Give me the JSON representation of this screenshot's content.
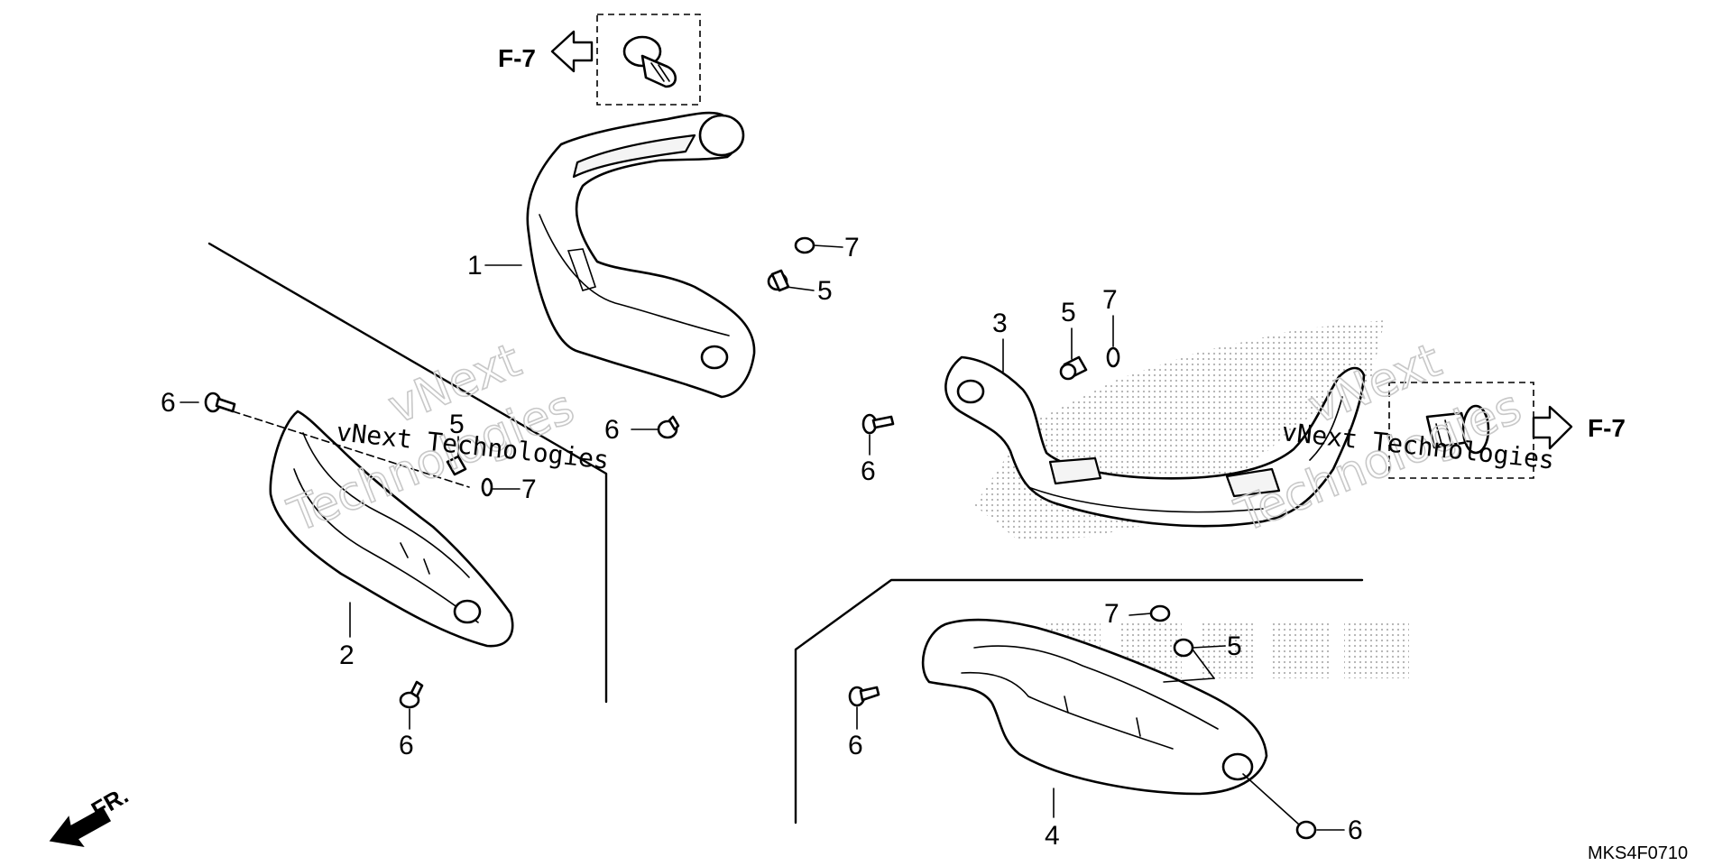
{
  "diagram": {
    "code": "MKS4F0710",
    "references": [
      "F-7",
      "F-7"
    ],
    "front_indicator": "FR.",
    "watermark": {
      "plain": [
        "vNext Technologies",
        "vNext Technologies"
      ],
      "outlined": [
        "vNext",
        "Technologies",
        "vNext",
        "Technologies"
      ]
    },
    "callouts": {
      "c1": "1",
      "c2": "2",
      "c3": "3",
      "c4": "4",
      "c5a": "5",
      "c5b": "5",
      "c5c": "5",
      "c5d": "5",
      "c6a": "6",
      "c6b": "6",
      "c6c": "6",
      "c6d": "6",
      "c6e": "6",
      "c6f": "6",
      "c7a": "7",
      "c7b": "7",
      "c7c": "7",
      "c7d": "7"
    }
  }
}
